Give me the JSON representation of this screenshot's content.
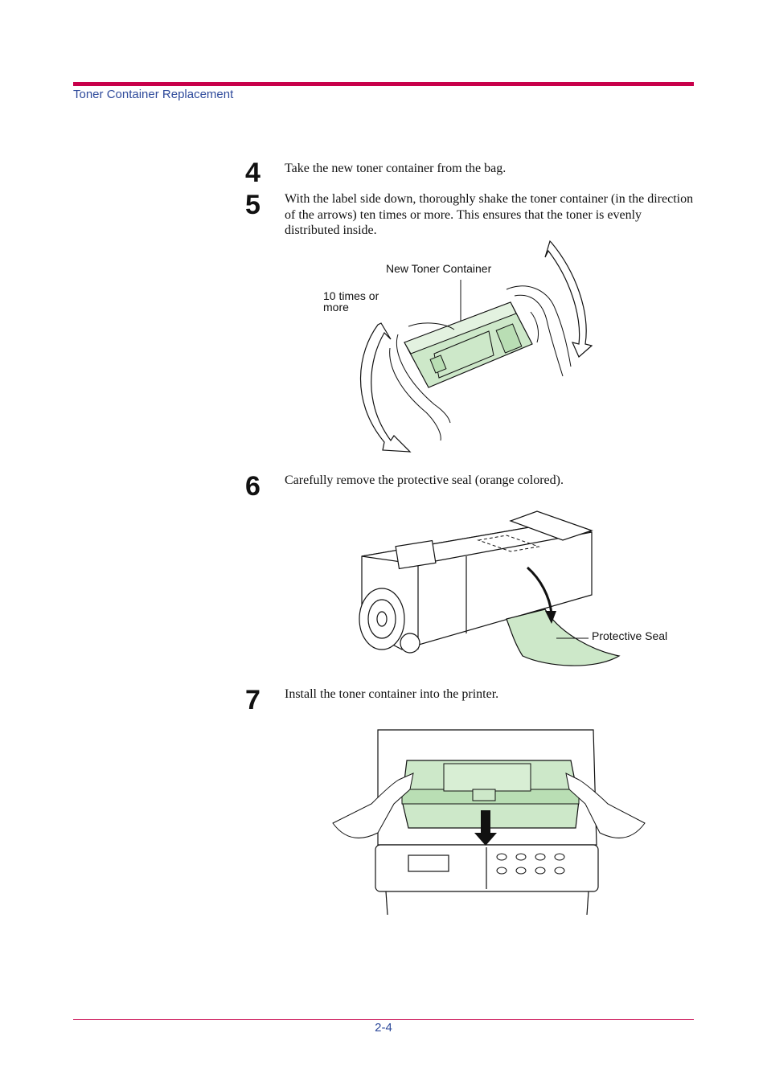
{
  "header": {
    "section_title": "Toner Container Replacement"
  },
  "steps": [
    {
      "number": "4",
      "text": "Take the new toner container from the bag."
    },
    {
      "number": "5",
      "text": "With the label side down, thoroughly shake the toner container (in the direction of the arrows) ten times or more. This ensures that the toner is evenly distributed inside."
    },
    {
      "number": "6",
      "text": "Carefully remove the protective seal (orange colored)."
    },
    {
      "number": "7",
      "text": "Install the toner container into the printer."
    }
  ],
  "figures": {
    "shake": {
      "label_container": "New Toner Container",
      "label_times_line1": "10 times or",
      "label_times_line2": "more"
    },
    "seal": {
      "label_seal": "Protective Seal"
    }
  },
  "footer": {
    "page_number": "2-4"
  },
  "colors": {
    "accent": "#c8004a",
    "link_blue": "#2e4a9b",
    "toner_green": "#cde8c9"
  }
}
